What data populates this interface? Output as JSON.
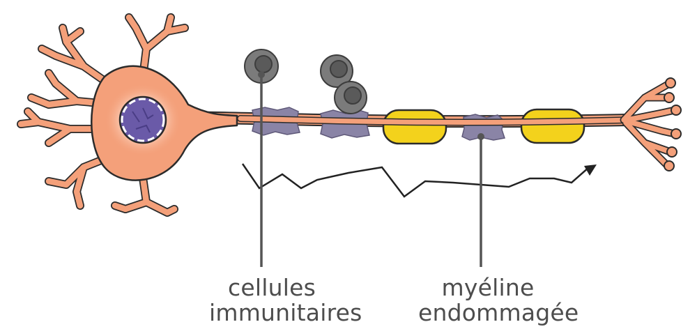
{
  "labels": {
    "immune_cells": {
      "line1": "cellules",
      "line2": "immunitaires"
    },
    "damaged_myelin": {
      "line1": "myéline",
      "line2": "endommagée"
    }
  },
  "colors": {
    "neuron": "#f4a07a",
    "neuron_outline": "#2b2b2b",
    "nucleus": "#6a5aa8",
    "myelin_healthy": "#f3d21c",
    "myelin_damaged": "#8a84a6",
    "immune_cell": "#7b7b7b",
    "pointer_line": "#555555",
    "label_text": "#4d4d4d"
  },
  "icons": {
    "signal": "zigzag-arrow-icon"
  }
}
